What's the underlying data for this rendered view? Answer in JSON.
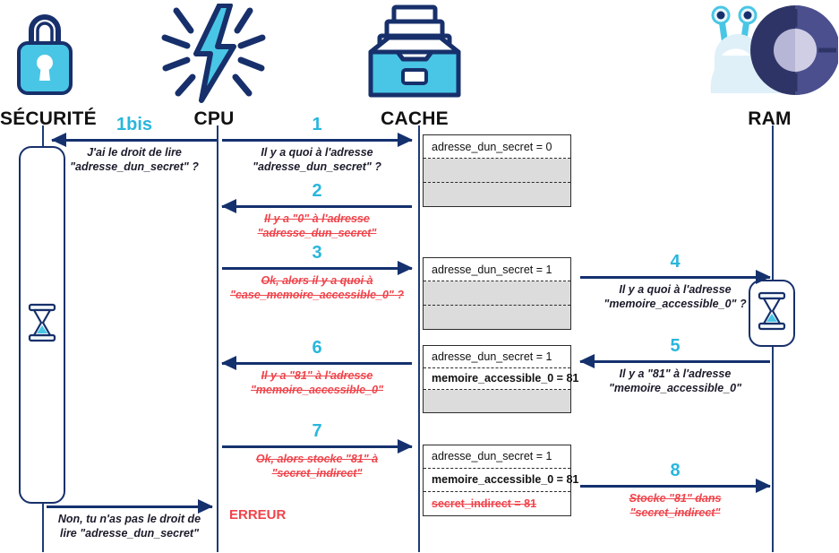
{
  "actors": [
    {
      "id": "securite",
      "label": "SÉCURITÉ",
      "icon": "padlock-icon"
    },
    {
      "id": "cpu",
      "label": "CPU",
      "icon": "lightning-bolt-icon"
    },
    {
      "id": "cache",
      "label": "CACHE",
      "icon": "file-drawer-icon"
    },
    {
      "id": "ram",
      "label": "RAM",
      "icon": "snail-icon"
    }
  ],
  "messages": [
    {
      "id": "m1bis",
      "number": "1bis",
      "dir": "left",
      "lines": [
        "J'ai le droit de lire",
        "\"adresse_dun_secret\" ?"
      ],
      "struck": false
    },
    {
      "id": "m1",
      "number": "1",
      "dir": "right",
      "lines": [
        "Il y a quoi à l'adresse",
        "\"adresse_dun_secret\" ?"
      ],
      "struck": false
    },
    {
      "id": "m2",
      "number": "2",
      "dir": "left",
      "lines": [
        "Il y a \"0\" à l'adresse",
        "\"adresse_dun_secret\""
      ],
      "struck": true
    },
    {
      "id": "m3",
      "number": "3",
      "dir": "right",
      "lines": [
        "Ok, alors il y a quoi à",
        "\"case_memoire_accessible_0\" ?"
      ],
      "struck": true
    },
    {
      "id": "m4",
      "number": "4",
      "dir": "right",
      "lines": [
        "Il y a quoi à l'adresse",
        "\"memoire_accessible_0\" ?"
      ],
      "struck": false
    },
    {
      "id": "m5",
      "number": "5",
      "dir": "left",
      "lines": [
        "Il y a \"81\" à l'adresse",
        "\"memoire_accessible_0\""
      ],
      "struck": false
    },
    {
      "id": "m6",
      "number": "6",
      "dir": "left",
      "lines": [
        "Il y a \"81\" à l'adresse",
        "\"memoire_accessible_0\""
      ],
      "struck": true
    },
    {
      "id": "m7",
      "number": "7",
      "dir": "right",
      "lines": [
        "Ok, alors stocke \"81\" à",
        "\"secret_indirect\""
      ],
      "struck": true
    },
    {
      "id": "m8",
      "number": "8",
      "dir": "right",
      "lines": [
        "Stocke \"81\" dans",
        "\"secret_indirect\""
      ],
      "struck": true
    },
    {
      "id": "mdeny",
      "number": "",
      "dir": "right",
      "lines": [
        "Non, tu n'as pas le droit de",
        "lire \"adresse_dun_secret\""
      ],
      "struck": false
    }
  ],
  "cache_tables": [
    {
      "id": "cache-state-1",
      "rows": [
        {
          "text": "adresse_dun_secret = 0",
          "style": "plain"
        },
        {
          "text": "",
          "style": "empty"
        },
        {
          "text": "",
          "style": "empty"
        }
      ]
    },
    {
      "id": "cache-state-2",
      "rows": [
        {
          "text": "adresse_dun_secret = 1",
          "style": "plain"
        },
        {
          "text": "",
          "style": "empty"
        },
        {
          "text": "",
          "style": "empty"
        }
      ]
    },
    {
      "id": "cache-state-3",
      "rows": [
        {
          "text": "adresse_dun_secret = 1",
          "style": "plain"
        },
        {
          "text": "memoire_accessible_0 = 81",
          "style": "filled"
        },
        {
          "text": "",
          "style": "empty"
        }
      ]
    },
    {
      "id": "cache-state-4",
      "rows": [
        {
          "text": "adresse_dun_secret = 1",
          "style": "plain"
        },
        {
          "text": "memoire_accessible_0 = 81",
          "style": "filled"
        },
        {
          "text": "secret_indirect = 81",
          "style": "err"
        }
      ]
    }
  ],
  "error_label": "ERREUR",
  "colors": {
    "arrow": "#14316e",
    "number": "#29b6dd",
    "struck_text": "#f0444b",
    "icon_light": "#49c6e5",
    "icon_dark": "#17306b",
    "cache_empty_row": "#dcdcdc"
  }
}
